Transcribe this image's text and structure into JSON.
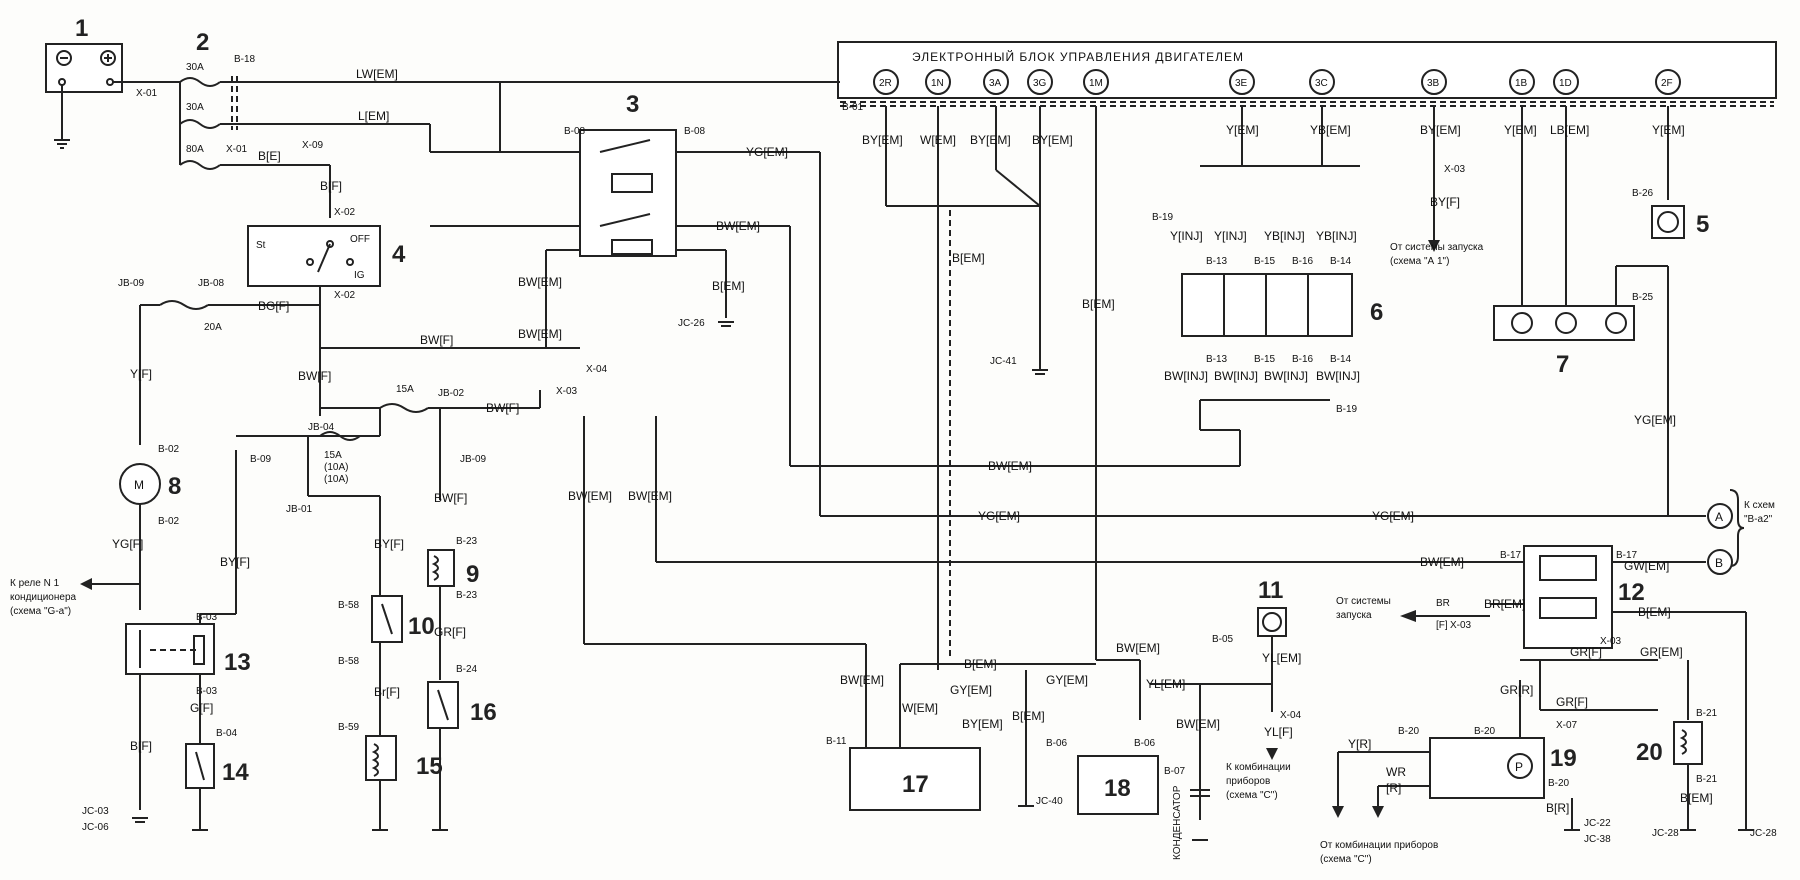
{
  "ecu": {
    "title": "ЭЛЕКТРОННЫЙ БЛОК УПРАВЛЕНИЯ ДВИГАТЕЛЕМ",
    "pins": [
      "2R",
      "1N",
      "3A",
      "3G",
      "1M",
      "3E",
      "3C",
      "3B",
      "1B",
      "1D",
      "2F"
    ]
  },
  "components": [
    "1",
    "2",
    "3",
    "4",
    "5",
    "6",
    "7",
    "8",
    "9",
    "10",
    "11",
    "12",
    "13",
    "14",
    "15",
    "16",
    "17",
    "18",
    "19",
    "20"
  ],
  "wire_labels": {
    "lw_em": "LW[EM]",
    "l_em": "L[EM]",
    "b_e": "B[E]",
    "b_f": "B[F]",
    "bg_f": "BG[F]",
    "y_f": "Y[F]",
    "yg_f": "YG[F]",
    "bw_f": "BW[F]",
    "bw_em": "BW[EM]",
    "yg_em": "YG[EM]",
    "by_em": "BY[EM]",
    "w_em": "W[EM]",
    "b_em": "B[EM]",
    "y_em": "Y[EM]",
    "yb_em": "YB[EM]",
    "lb_em": "LB[EM]",
    "by_f": "BY[F]",
    "y_inj": "Y[INJ]",
    "yb_inj": "YB[INJ]",
    "bw_inj": "BW[INJ]",
    "gr_f": "GR[F]",
    "br_f": "Br[F]",
    "g_f": "G[F]",
    "gy_em": "GY[EM]",
    "yl_em": "YL[EM]",
    "yl_f": "YL[F]",
    "gw_em": "GW[EM]",
    "br_em": "BR[EM]",
    "gr_em": "GR[EM]",
    "gr_r": "GR[R]",
    "y_r": "Y[R]",
    "wr_r": "WR",
    "r_r": "[R]",
    "b_r": "B[R]",
    "br": "BR",
    "f": "[F]"
  },
  "connectors": {
    "x01": "X-01",
    "x02": "X-02",
    "x03": "X-03",
    "x04": "X-04",
    "x07": "X-07",
    "x09": "X-09",
    "b01": "B-01",
    "b02": "B-02",
    "b03": "B-03",
    "b04": "B-04",
    "b05": "B-05",
    "b06": "B-06",
    "b07": "B-07",
    "b08": "B-08",
    "b09": "B-09",
    "b11": "B-11",
    "b13": "B-13",
    "b14": "B-14",
    "b15": "B-15",
    "b16": "B-16",
    "b17": "B-17",
    "b18": "B-18",
    "b19": "B-19",
    "b20": "B-20",
    "b21": "B-21",
    "b23": "B-23",
    "b24": "B-24",
    "b25": "B-25",
    "b26": "B-26",
    "b58": "B-58",
    "b59": "B-59",
    "jb01": "JB-01",
    "jb02": "JB-02",
    "jb04": "JB-04",
    "jb08": "JB-08",
    "jb09": "JB-09",
    "jc03": "JC-03",
    "jc06": "JC-06",
    "jc22": "JC-22",
    "jc26": "JC-26",
    "jc28": "JC-28",
    "jc38": "JC-38",
    "jc40": "JC-40",
    "jc41": "JC-41"
  },
  "fuses": {
    "f30a": "30A",
    "f80a": "80A",
    "f20a": "20A",
    "f15a": "15A",
    "f10a": "(10A)"
  },
  "switch4": {
    "off": "OFF",
    "st": "St",
    "ig": "IG"
  },
  "notes": {
    "start_a1_1": "От системы запуска",
    "start_a1_2": "(схема \"А 1\")",
    "relay_1": "К реле N 1",
    "relay_2": "кондиционера",
    "relay_3": "(схема \"G-a\")",
    "start_2_1": "От системы",
    "start_2_2": "запуска",
    "cluster_1": "К комбинации",
    "cluster_2": "приборов",
    "cluster_3": "(схема \"C\")",
    "cluster_from_1": "От комбинации приборов",
    "cluster_from_2": "(схема \"C\")",
    "scheme_1": "К схем",
    "scheme_2": "\"B-a2\"",
    "capacitor": "КОНДЕНСАТОР"
  },
  "terminals": {
    "a": "A",
    "b": "B"
  }
}
